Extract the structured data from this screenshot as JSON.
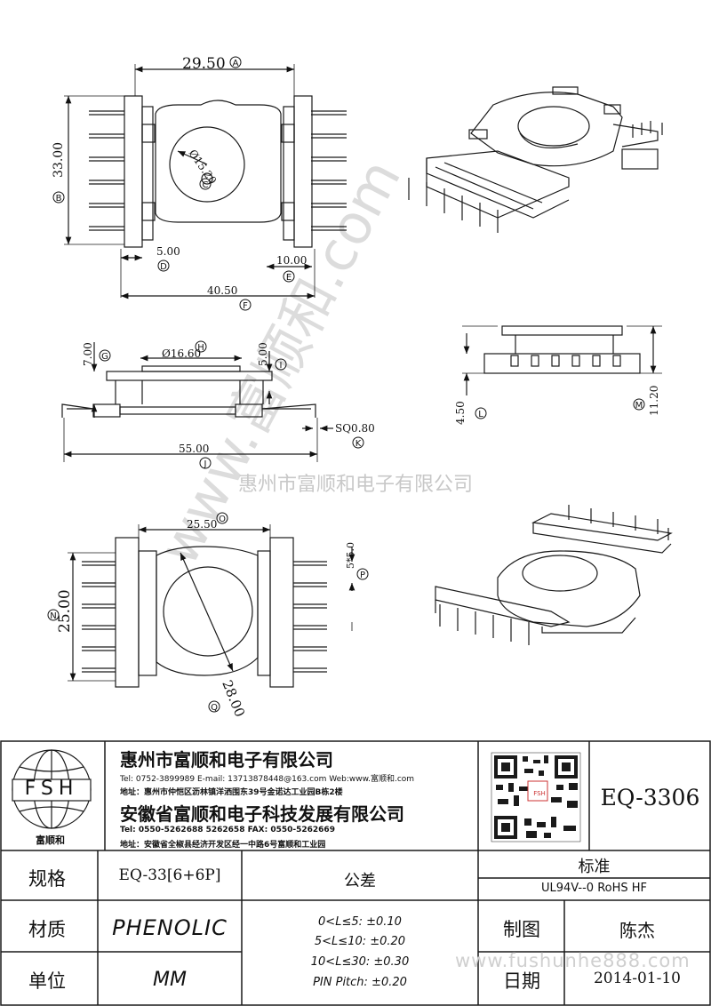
{
  "dimensions": {
    "A": {
      "value": "29.50",
      "marker": "A"
    },
    "B": {
      "value": "33.00",
      "marker": "B"
    },
    "C": {
      "value": "Ø15.20",
      "marker": "C"
    },
    "D": {
      "value": "5.00",
      "marker": "D"
    },
    "E": {
      "value": "10.00",
      "marker": "E"
    },
    "F": {
      "value": "40.50",
      "marker": "F"
    },
    "G": {
      "value": "7.00",
      "marker": "G"
    },
    "H": {
      "value": "Ø16.60",
      "marker": "H"
    },
    "I": {
      "value": "5.00",
      "marker": "I"
    },
    "J": {
      "value": "55.00",
      "marker": "J"
    },
    "K": {
      "value": "SQ0.80",
      "marker": "K"
    },
    "L": {
      "value": "4.50",
      "marker": "L"
    },
    "M": {
      "value": "11.20",
      "marker": "M"
    },
    "N": {
      "value": "25.00",
      "marker": "N"
    },
    "O": {
      "value": "25.50",
      "marker": "O"
    },
    "P": {
      "value": "5*5.0",
      "marker": "P"
    },
    "Q": {
      "value": "28.00",
      "marker": "Q"
    }
  },
  "watermarks": {
    "diagonal": "www.富顺和.com",
    "center": "惠州市富顺和电子有限公司",
    "footer": "www.fushunhe888.com"
  },
  "logo": {
    "letters": "FSH",
    "caption": "富顺和"
  },
  "company1": {
    "name": "惠州市富顺和电子有限公司",
    "contact": "Tel: 0752-3899989  E-mail: 13713878448@163.com  Web:www.富顺和.com",
    "address": "地址：惠州市仲恺区沥林镇洋洒围东39号金诺达工业园B栋2楼"
  },
  "company2": {
    "name": "安徽省富顺和电子科技发展有限公司",
    "contact": "Tel: 0550-5262688  5262658    FAX: 0550-5262669",
    "address": "地址：安徽省全椒县经济开发区经一中路6号富顺和工业园"
  },
  "part_number": "EQ-3306",
  "table": {
    "spec_label": "规格",
    "spec_value": "EQ-33[6+6P]",
    "material_label": "材质",
    "material_value": "PHENOLIC",
    "unit_label": "单位",
    "unit_value": "MM",
    "tolerance_label": "公差",
    "tolerances": [
      "0<L≤5: ±0.10",
      "5<L≤10: ±0.20",
      "10<L≤30: ±0.30",
      "PIN Pitch: ±0.20"
    ],
    "standard_label": "标准",
    "standard_value": "UL94V--0  RoHS HF",
    "drawn_label": "制图",
    "drawn_value": "陈杰",
    "date_label": "日期",
    "date_value": "2014-01-10"
  },
  "colors": {
    "line": "#1a1a1a",
    "watermark": "#d4d4d4"
  }
}
